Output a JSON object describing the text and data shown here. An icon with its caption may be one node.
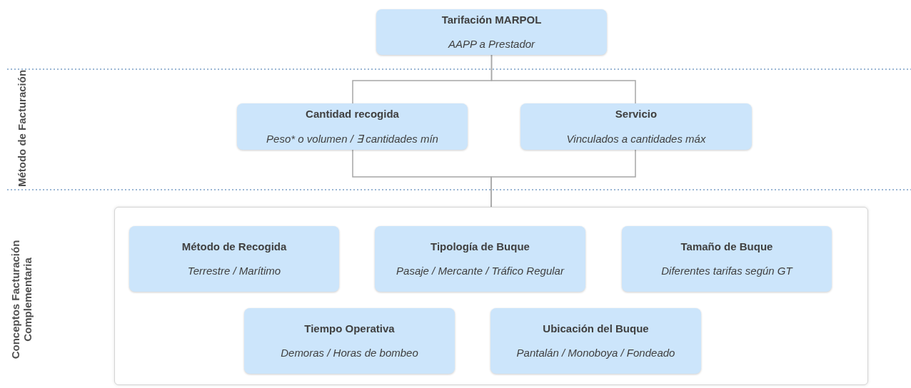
{
  "diagram": {
    "nodes": [
      {
        "text": [
          "Tarifación MARPOL",
          "AAPP a Prestador"
        ]
      },
      {
        "text": [
          "Cantidad recogida",
          "Peso* o volumen / ∃ cantidades mín"
        ]
      },
      {
        "text": [
          "Servicio",
          "Vinculados a cantidades máx"
        ]
      },
      {
        "text": [],
        "shape": "box"
      },
      {
        "text": [
          "Método de Recogida",
          "Terrestre / Marítimo"
        ],
        "in": 3
      },
      {
        "text": [
          "Tipología de Buque",
          "Pasaje / Mercante / Tráfico Regular"
        ],
        "in": 3
      },
      {
        "text": [
          "Tamaño de Buque",
          "Diferentes tarifas según GT"
        ],
        "in": 3
      },
      {
        "text": [
          "Tiempo Operativa",
          "Demoras / Horas de bombeo"
        ],
        "in": 3
      },
      {
        "text": [
          "Ubicación del Buque",
          "Pantalán / Monoboya / Fondeado"
        ],
        "in": 3
      }
    ],
    "edges": [
      {
        "from": 0,
        "to": 1,
        "arrow": "none"
      },
      {
        "from": 0,
        "to": 2,
        "arrow": "none"
      },
      {
        "from": 1,
        "to": 3,
        "arrow": "none"
      },
      {
        "from": 2,
        "to": 3,
        "arrow": "none"
      }
    ],
    "labels": [
      "Método de Facturación",
      "Conceptos Facturación Complementaria"
    ]
  }
}
